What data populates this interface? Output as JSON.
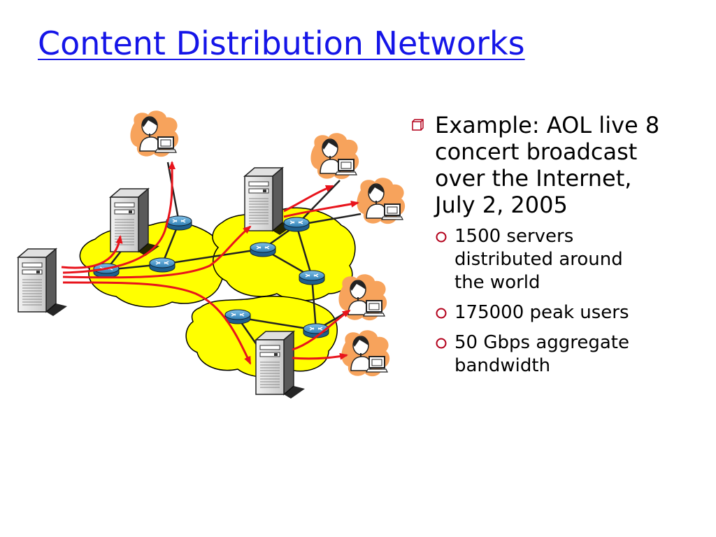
{
  "title": "Content Distribution Networks",
  "bullets": {
    "main": "Example: AOL live 8 concert broadcast over the Internet, July 2, 2005",
    "sub": [
      "1500 servers distributed around the world",
      "175000 peak users",
      "50 Gbps aggregate bandwidth"
    ]
  },
  "colors": {
    "title": "#1515e8",
    "cloud_fill": "#ffff00",
    "flow_arrow": "#e8141c",
    "router": "#3d8fc4",
    "user_blob": "#f7a35c"
  },
  "icons": [
    "server-icon",
    "router-icon",
    "user-icon",
    "square-bullet-icon",
    "circle-bullet-icon"
  ]
}
